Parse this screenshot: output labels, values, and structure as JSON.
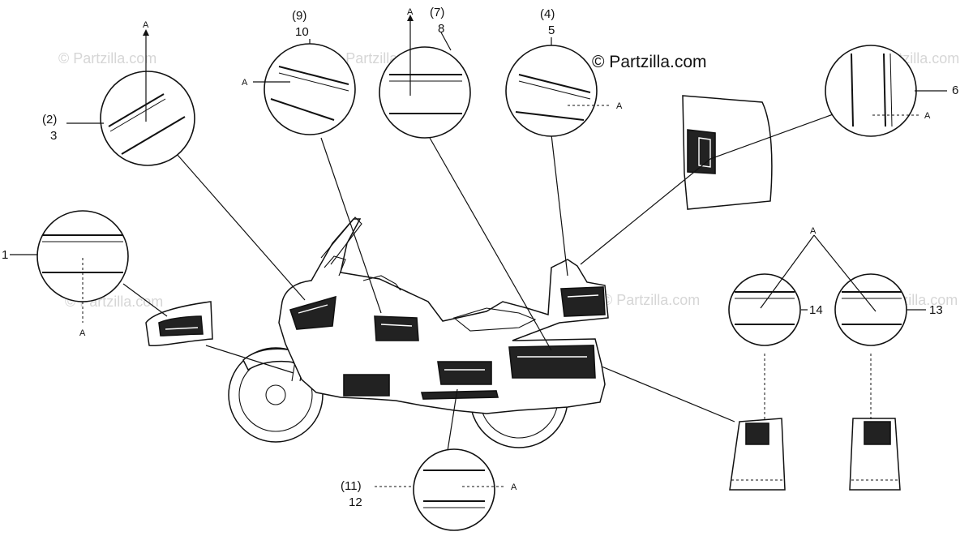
{
  "copyright": "© Partzilla.com",
  "watermark": "© Partzilla.com",
  "callouts": {
    "c1": {
      "main": "1",
      "ref": "A"
    },
    "c3": {
      "paren": "(2)",
      "main": "3",
      "ref": "A"
    },
    "c10": {
      "paren": "(9)",
      "main": "10",
      "ref": "A"
    },
    "c8": {
      "paren": "(7)",
      "main": "8",
      "ref": "A"
    },
    "c5": {
      "paren": "(4)",
      "main": "5",
      "ref": "A"
    },
    "c6": {
      "main": "6",
      "ref": "A"
    },
    "c14": {
      "main": "14"
    },
    "c13": {
      "main": "13"
    },
    "shared_ref": "A",
    "c12": {
      "paren": "(11)",
      "main": "12",
      "ref": "A"
    }
  }
}
